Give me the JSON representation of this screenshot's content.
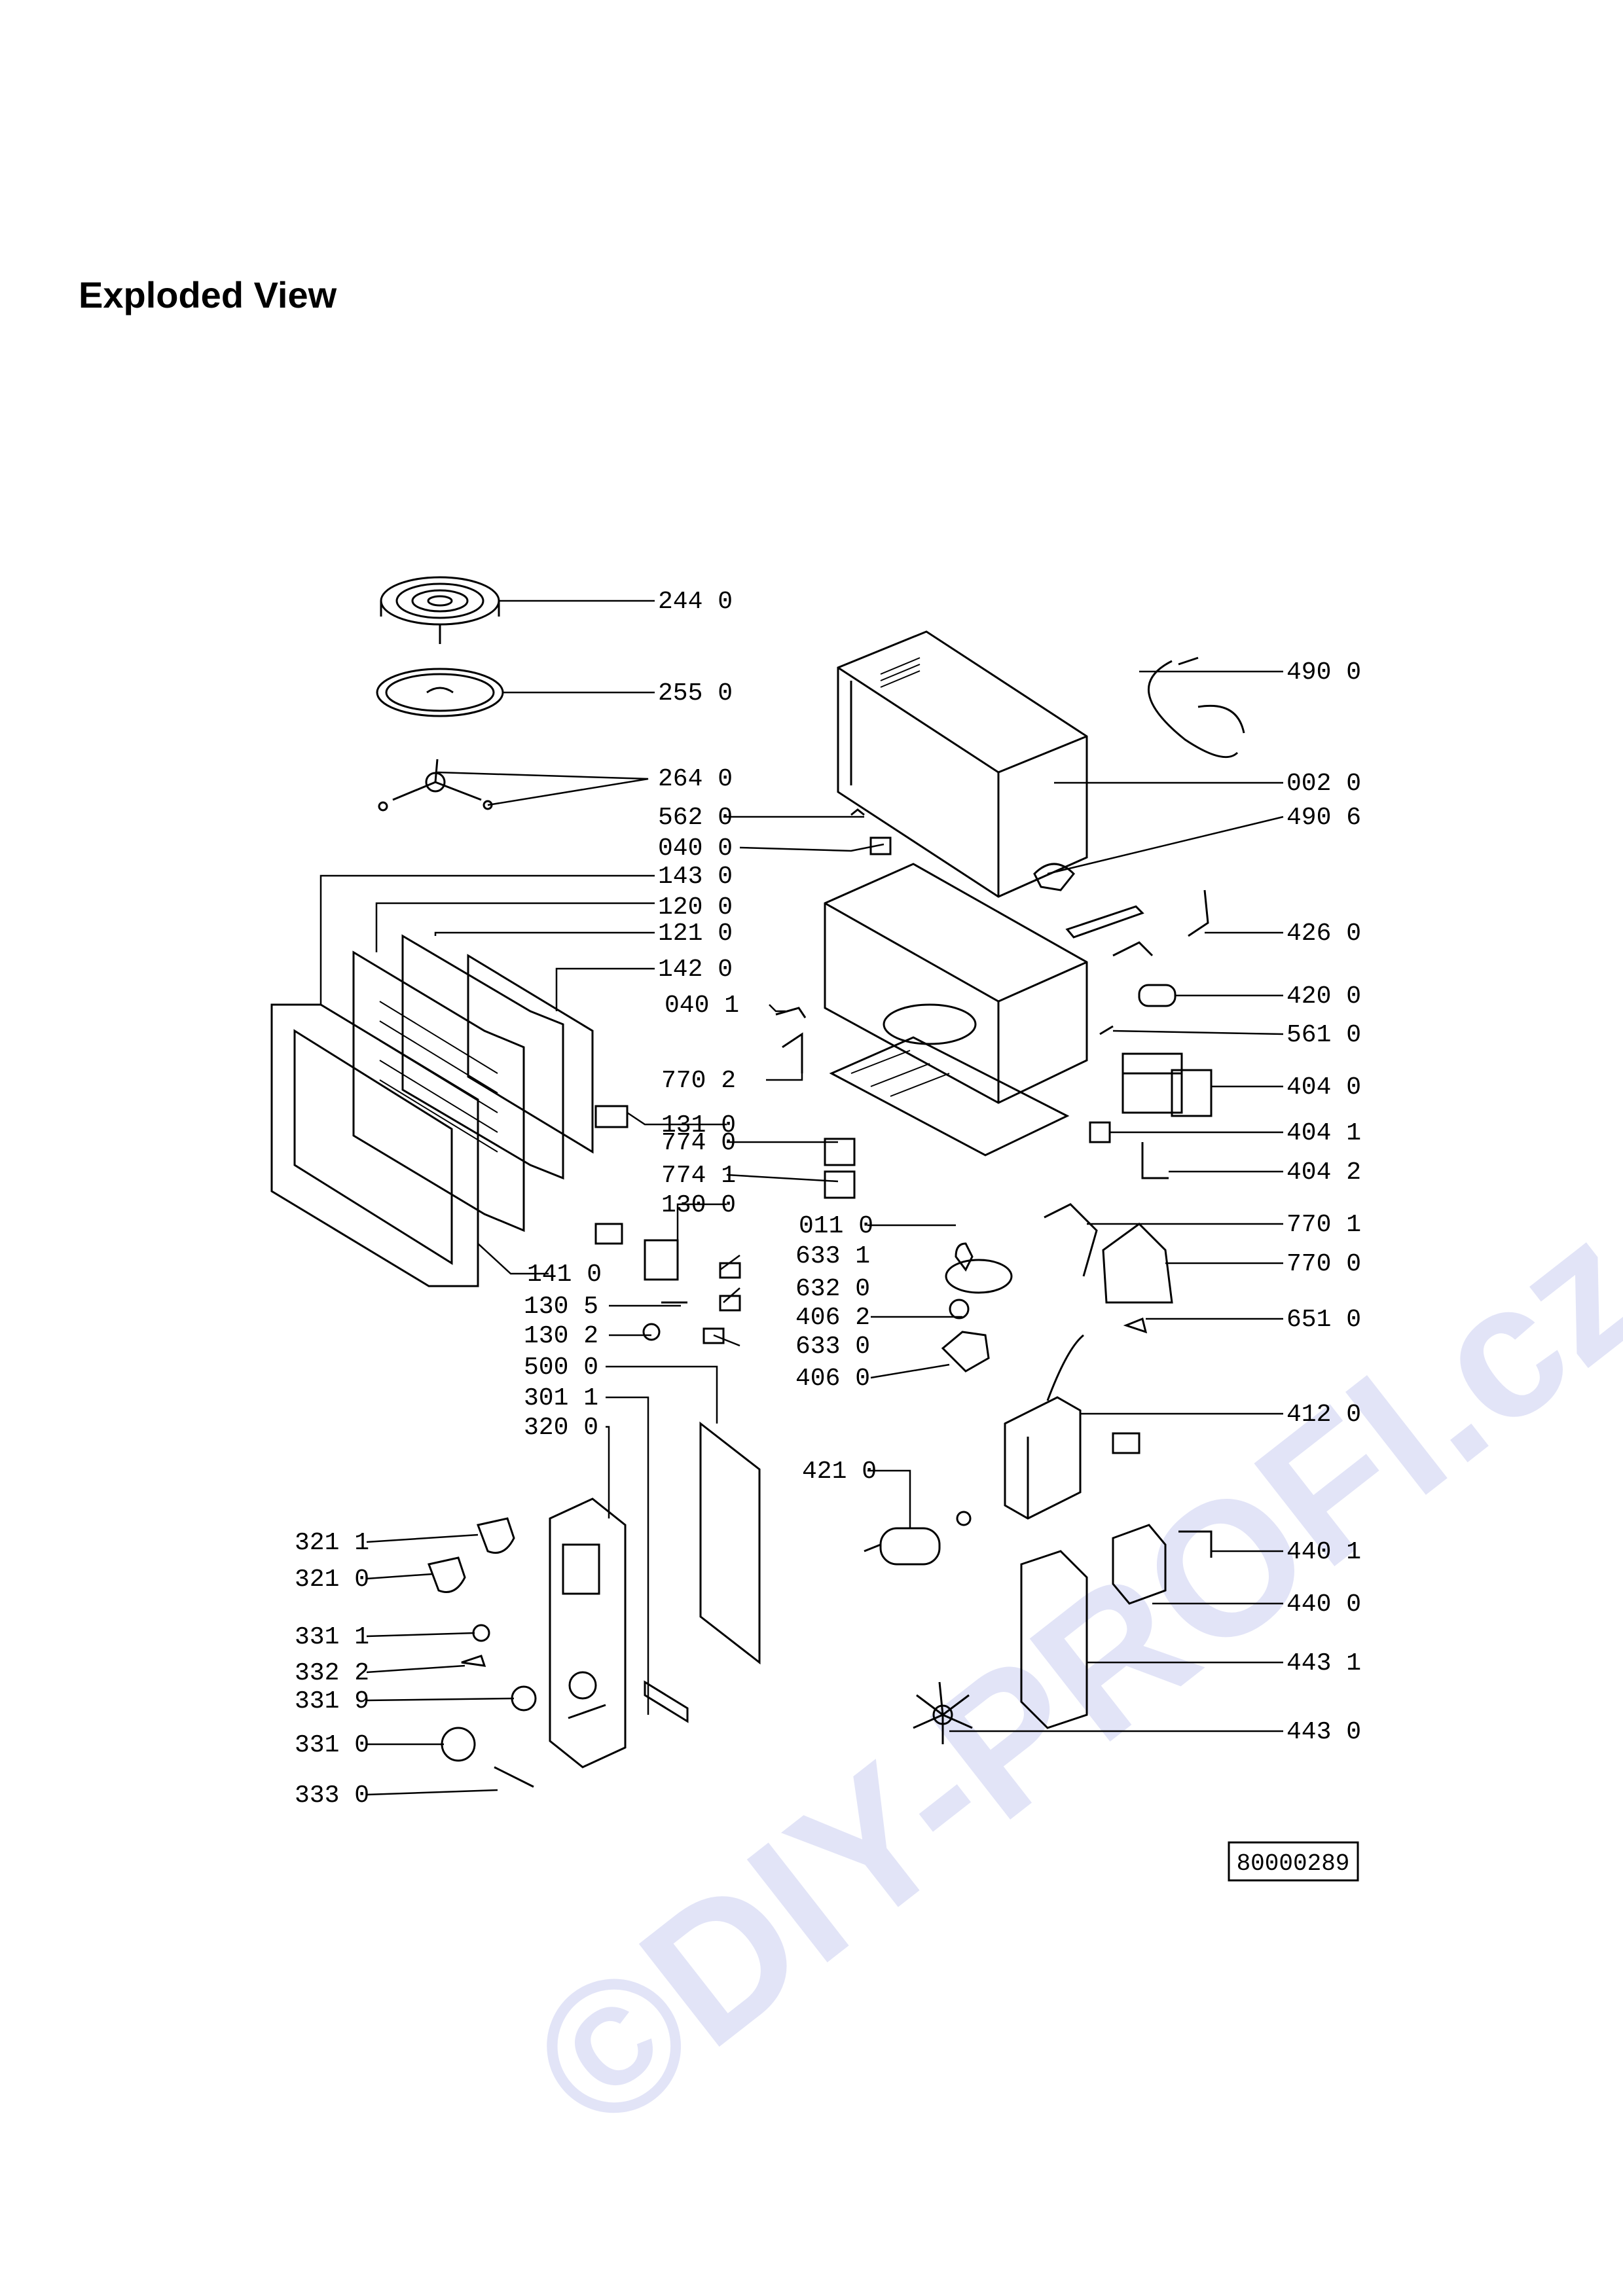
{
  "title": "Exploded View",
  "reference": "80000289",
  "watermark": "©DIY-PROFI.cz",
  "parts": [
    "244 0",
    "255 0",
    "264 0",
    "562 0",
    "040 0",
    "143 0",
    "120 0",
    "121 0",
    "142 0",
    "040 1",
    "770 2",
    "131 0",
    "774 0",
    "774 1",
    "130 0",
    "141 0",
    "130 5",
    "130 2",
    "500 0",
    "301 1",
    "320 0",
    "321 1",
    "321 0",
    "331 1",
    "332 2",
    "331 9",
    "331 0",
    "333 0",
    "490 0",
    "002 0",
    "490 6",
    "426 0",
    "420 0",
    "561 0",
    "404 0",
    "404 1",
    "404 2",
    "770 1",
    "770 0",
    "651 0",
    "011 0",
    "633 1",
    "632 0",
    "406 2",
    "633 0",
    "406 0",
    "412 0",
    "421 0",
    "440 1",
    "440 0",
    "443 1",
    "443 0"
  ]
}
